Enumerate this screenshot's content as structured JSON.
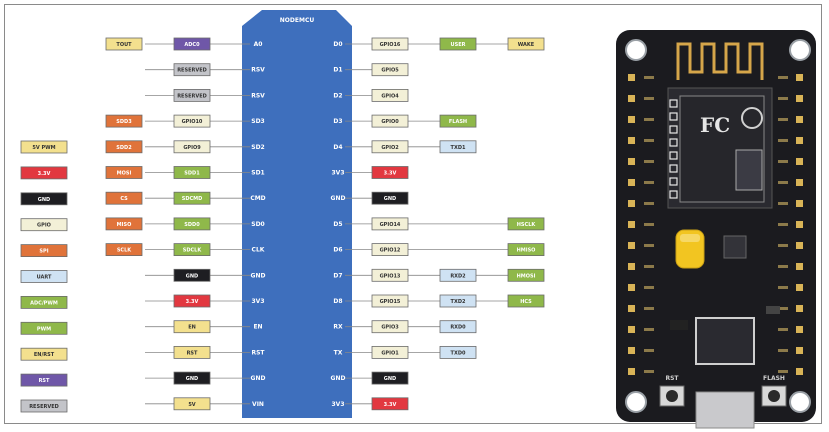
{
  "colors": {
    "board_blue": "#3e6fbd",
    "yellow": "#f3e08e",
    "purple": "#6f57a8",
    "gray": "#c3c4c9",
    "orange": "#e0733a",
    "beige": "#f3f0d7",
    "olive": "#8fb84a",
    "black": "#1e1e22",
    "red": "#e23840",
    "lightblue": "#cfe2f3",
    "pcb": "#1b1b1f"
  },
  "board": {
    "title": "NODEMCU"
  },
  "left_legend": [
    {
      "text": "5V PWM",
      "color": "yellow"
    },
    {
      "text": "3.3V",
      "color": "red"
    },
    {
      "text": "GND",
      "color": "black"
    },
    {
      "text": "GPIO",
      "color": "beige"
    },
    {
      "text": "SPI",
      "color": "orange"
    },
    {
      "text": "UART",
      "color": "lightblue"
    },
    {
      "text": "ADC/PWM",
      "color": "olive"
    },
    {
      "text": "PWM",
      "color": "olive"
    },
    {
      "text": "EN/RST",
      "color": "yellow"
    },
    {
      "text": "RST",
      "color": "purple"
    },
    {
      "text": "RESERVED",
      "color": "gray"
    }
  ],
  "left_pins": [
    {
      "pin": "A0",
      "tags": [
        {
          "text": "TOUT",
          "color": "yellow"
        },
        {
          "text": "ADC0",
          "color": "purple"
        }
      ]
    },
    {
      "pin": "RSV",
      "tags": [
        {
          "text": "RESERVED",
          "color": "gray"
        }
      ]
    },
    {
      "pin": "RSV",
      "tags": [
        {
          "text": "RESERVED",
          "color": "gray"
        }
      ]
    },
    {
      "pin": "SD3",
      "tags": [
        {
          "text": "SDD3",
          "color": "orange"
        },
        {
          "text": "GPIO10",
          "color": "beige"
        }
      ]
    },
    {
      "pin": "SD2",
      "tags": [
        {
          "text": "SDD2",
          "color": "orange"
        },
        {
          "text": "GPIO9",
          "color": "beige"
        }
      ]
    },
    {
      "pin": "SD1",
      "tags": [
        {
          "text": "MOSI",
          "color": "orange"
        },
        {
          "text": "SDD1",
          "color": "olive"
        }
      ]
    },
    {
      "pin": "CMD",
      "tags": [
        {
          "text": "CS",
          "color": "orange"
        },
        {
          "text": "SDCMD",
          "color": "olive"
        }
      ]
    },
    {
      "pin": "SD0",
      "tags": [
        {
          "text": "MISO",
          "color": "orange"
        },
        {
          "text": "SDD0",
          "color": "olive"
        }
      ]
    },
    {
      "pin": "CLK",
      "tags": [
        {
          "text": "SCLK",
          "color": "orange"
        },
        {
          "text": "SDCLK",
          "color": "olive"
        }
      ]
    },
    {
      "pin": "GND",
      "tags": [
        {
          "text": "GND",
          "color": "black"
        }
      ]
    },
    {
      "pin": "3V3",
      "tags": [
        {
          "text": "3.3V",
          "color": "red"
        }
      ]
    },
    {
      "pin": "EN",
      "tags": [
        {
          "text": "EN",
          "color": "yellow"
        }
      ]
    },
    {
      "pin": "RST",
      "tags": [
        {
          "text": "RST",
          "color": "yellow"
        }
      ]
    },
    {
      "pin": "GND",
      "tags": [
        {
          "text": "GND",
          "color": "black"
        }
      ]
    },
    {
      "pin": "VIN",
      "tags": [
        {
          "text": "5V",
          "color": "yellow"
        }
      ]
    }
  ],
  "right_pins": [
    {
      "pin": "D0",
      "tags": [
        {
          "text": "GPIO16",
          "color": "beige"
        },
        {
          "text": "USER",
          "color": "olive"
        },
        {
          "text": "WAKE",
          "color": "yellow"
        }
      ]
    },
    {
      "pin": "D1",
      "tags": [
        {
          "text": "GPIO5",
          "color": "beige"
        }
      ]
    },
    {
      "pin": "D2",
      "tags": [
        {
          "text": "GPIO4",
          "color": "beige"
        }
      ]
    },
    {
      "pin": "D3",
      "tags": [
        {
          "text": "GPIO0",
          "color": "beige"
        },
        {
          "text": "FLASH",
          "color": "olive"
        }
      ]
    },
    {
      "pin": "D4",
      "tags": [
        {
          "text": "GPIO2",
          "color": "beige"
        },
        {
          "text": "TXD1",
          "color": "lightblue"
        }
      ]
    },
    {
      "pin": "3V3",
      "tags": [
        {
          "text": "3.3V",
          "color": "red"
        }
      ]
    },
    {
      "pin": "GND",
      "tags": [
        {
          "text": "GND",
          "color": "black"
        }
      ]
    },
    {
      "pin": "D5",
      "tags": [
        {
          "text": "GPIO14",
          "color": "beige"
        },
        {
          "text": "",
          "color": "none"
        },
        {
          "text": "HSCLK",
          "color": "olive"
        }
      ]
    },
    {
      "pin": "D6",
      "tags": [
        {
          "text": "GPIO12",
          "color": "beige"
        },
        {
          "text": "",
          "color": "none"
        },
        {
          "text": "HMISO",
          "color": "olive"
        }
      ]
    },
    {
      "pin": "D7",
      "tags": [
        {
          "text": "GPIO13",
          "color": "beige"
        },
        {
          "text": "RXD2",
          "color": "lightblue"
        },
        {
          "text": "HMOSI",
          "color": "olive"
        }
      ]
    },
    {
      "pin": "D8",
      "tags": [
        {
          "text": "GPIO15",
          "color": "beige"
        },
        {
          "text": "TXD2",
          "color": "lightblue"
        },
        {
          "text": "HCS",
          "color": "olive"
        }
      ]
    },
    {
      "pin": "RX",
      "tags": [
        {
          "text": "GPIO3",
          "color": "beige"
        },
        {
          "text": "RXD0",
          "color": "lightblue"
        }
      ]
    },
    {
      "pin": "TX",
      "tags": [
        {
          "text": "GPIO1",
          "color": "beige"
        },
        {
          "text": "TXD0",
          "color": "lightblue"
        }
      ]
    },
    {
      "pin": "GND",
      "tags": [
        {
          "text": "GND",
          "color": "black"
        }
      ]
    },
    {
      "pin": "3V3",
      "tags": [
        {
          "text": "3.3V",
          "color": "red"
        }
      ]
    }
  ],
  "photo": {
    "left_button": "RST",
    "right_button": "FLASH"
  }
}
